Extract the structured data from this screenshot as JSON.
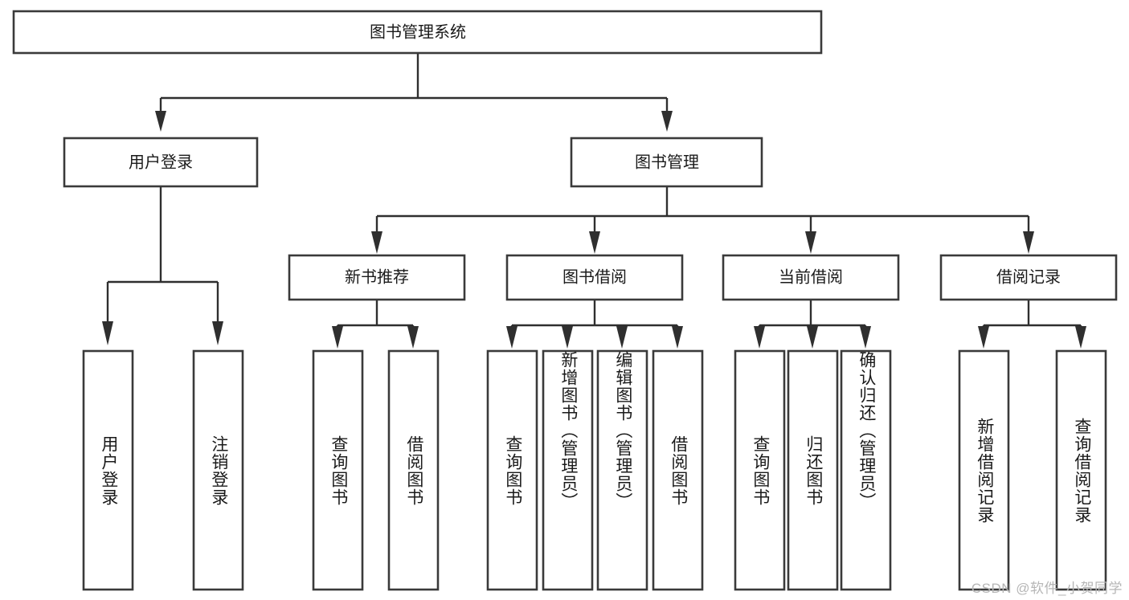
{
  "diagram": {
    "type": "hierarchy-tree",
    "title": "图书管理系统",
    "watermark": "CSDN @软件_小贺同学",
    "colors": {
      "box_stroke": "#3a3a3a",
      "connector": "#2f2f2f",
      "text": "#1a1a1a",
      "background": "#ffffff",
      "watermark": "#b6b6b6"
    },
    "root": {
      "label": "图书管理系统"
    },
    "level2": [
      {
        "label": "用户登录"
      },
      {
        "label": "图书管理"
      }
    ],
    "level3": [
      {
        "label": "新书推荐"
      },
      {
        "label": "图书借阅"
      },
      {
        "label": "当前借阅"
      },
      {
        "label": "借阅记录"
      }
    ],
    "leaves": {
      "user_login": [
        {
          "label": "用户登录"
        },
        {
          "label": "注销登录"
        }
      ],
      "new_book_recommend": [
        {
          "label": "查询图书"
        },
        {
          "label": "借阅图书"
        }
      ],
      "book_borrow": [
        {
          "label": "查询图书"
        },
        {
          "label": "新增图书（管理员）"
        },
        {
          "label": "编辑图书（管理员）"
        },
        {
          "label": "借阅图书"
        }
      ],
      "current_borrow": [
        {
          "label": "查询图书"
        },
        {
          "label": "归还图书"
        },
        {
          "label": "确认归还（管理员）"
        }
      ],
      "borrow_record": [
        {
          "label": "新增借阅记录"
        },
        {
          "label": "查询借阅记录"
        }
      ]
    }
  }
}
